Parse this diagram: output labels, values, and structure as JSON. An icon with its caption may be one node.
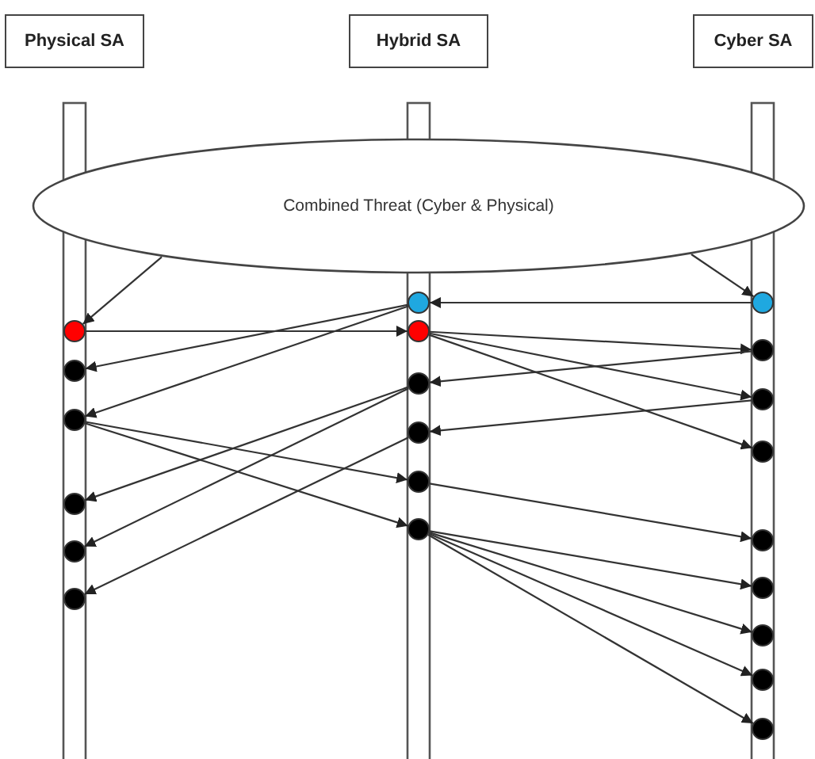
{
  "diagram": {
    "nodes": [
      {
        "text": [
          "Physical SA"
        ]
      },
      {
        "text": [
          "Hybrid SA"
        ]
      },
      {
        "text": [
          "Cyber SA"
        ]
      },
      {
        "text": [
          "Combined Threat (Cyber & Physical)"
        ]
      },
      {
        "text": [],
        "shape": "circle"
      },
      {
        "text": [],
        "shape": "circle"
      },
      {
        "text": [],
        "shape": "circle"
      },
      {
        "text": [],
        "shape": "circle"
      },
      {
        "text": [],
        "shape": "circle"
      },
      {
        "text": [],
        "shape": "circle"
      },
      {
        "text": [],
        "shape": "circle"
      },
      {
        "text": [],
        "shape": "circle"
      },
      {
        "text": [],
        "shape": "circle"
      },
      {
        "text": [],
        "shape": "circle"
      },
      {
        "text": [],
        "shape": "circle"
      },
      {
        "text": [],
        "shape": "circle"
      },
      {
        "text": [],
        "shape": "circle"
      },
      {
        "text": [],
        "shape": "circle"
      },
      {
        "text": [],
        "shape": "circle"
      },
      {
        "text": [],
        "shape": "circle"
      },
      {
        "text": [],
        "shape": "circle"
      },
      {
        "text": [],
        "shape": "circle"
      },
      {
        "text": [],
        "shape": "circle"
      },
      {
        "text": [],
        "shape": "circle"
      },
      {
        "text": [],
        "shape": "circle"
      }
    ],
    "edges": [
      {
        "from": 3,
        "to": 4,
        "arrow": "to"
      },
      {
        "from": 3,
        "to": 16,
        "arrow": "to"
      },
      {
        "from": 16,
        "to": 10,
        "arrow": "to"
      },
      {
        "from": 4,
        "to": 11,
        "arrow": "to"
      },
      {
        "from": 10,
        "to": 5,
        "arrow": "to"
      },
      {
        "from": 10,
        "to": 6,
        "arrow": "to"
      },
      {
        "from": 11,
        "to": 17,
        "arrow": "to"
      },
      {
        "from": 11,
        "to": 18,
        "arrow": "to"
      },
      {
        "from": 11,
        "to": 19,
        "arrow": "to"
      },
      {
        "from": 17,
        "to": 12,
        "arrow": "to"
      },
      {
        "from": 18,
        "to": 13,
        "arrow": "to"
      },
      {
        "from": 12,
        "to": 7,
        "arrow": "to"
      },
      {
        "from": 12,
        "to": 8,
        "arrow": "to"
      },
      {
        "from": 13,
        "to": 9,
        "arrow": "to"
      },
      {
        "from": 6,
        "to": 14,
        "arrow": "to"
      },
      {
        "from": 6,
        "to": 15,
        "arrow": "to"
      },
      {
        "from": 14,
        "to": 20,
        "arrow": "to"
      },
      {
        "from": 15,
        "to": 21,
        "arrow": "to"
      },
      {
        "from": 15,
        "to": 22,
        "arrow": "to"
      },
      {
        "from": 15,
        "to": 23,
        "arrow": "to"
      },
      {
        "from": 15,
        "to": 24,
        "arrow": "to"
      }
    ]
  }
}
